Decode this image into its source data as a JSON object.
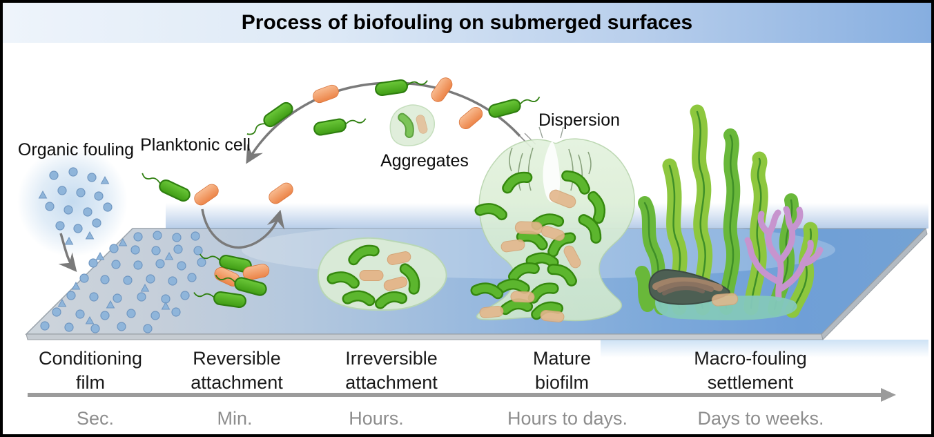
{
  "title": "Process  of biofouling on submerged surfaces",
  "annotations": {
    "organic_fouling": "Organic fouling",
    "planktonic_cell": "Planktonic cell",
    "aggregates": "Aggregates",
    "dispersion": "Dispersion"
  },
  "stages": [
    {
      "line1": "Conditioning",
      "line2": "film",
      "time": "Sec."
    },
    {
      "line1": "Reversible",
      "line2": "attachment",
      "time": "Min."
    },
    {
      "line1": "Irreversible",
      "line2": "attachment",
      "time": "Hours."
    },
    {
      "line1": "Mature",
      "line2": "biofilm",
      "time": "Hours to days."
    },
    {
      "line1": "Macro-fouling",
      "line2": "settlement",
      "time": "Days to weeks."
    }
  ],
  "colors": {
    "header_gradient_left": "#eef4fb",
    "header_gradient_right": "#86aee0",
    "title_text": "#000000",
    "stage_text": "#1a1a1a",
    "time_text": "#8d8d8d",
    "timeline_arrow_gray": "#9b9b9b",
    "annotation_arrow_gray": "#7a7a7a",
    "bacterium_green": "#55b02a",
    "rod_orange": "#f08c55",
    "biofilm_blob_green": "#ddeed6",
    "particle_blue": "#8fb5da",
    "water_blue": "#74a2d4",
    "plate_gray": "#c9d1da",
    "seaweed_green": "#8dc73e",
    "coral_purple": "#c794ce",
    "mussel_shell": "#4d5f53"
  }
}
